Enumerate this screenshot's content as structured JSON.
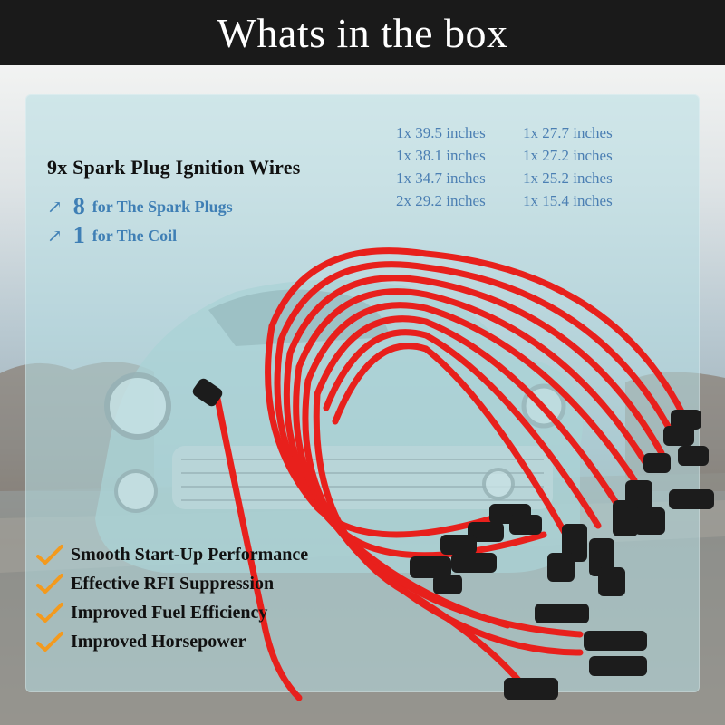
{
  "header": {
    "title": "Whats in the box"
  },
  "product": {
    "title": "9x Spark Plug Ignition Wires",
    "counts": [
      {
        "number": "8",
        "label": "for The Spark Plugs"
      },
      {
        "number": "1",
        "label": "for The Coil"
      }
    ]
  },
  "lengths": [
    "1x 39.5 inches",
    "1x 27.7 inches",
    "1x 38.1 inches",
    "1x 27.2 inches",
    "1x 34.7 inches",
    "1x 25.2 inches",
    "2x 29.2 inches",
    "1x 15.4 inches"
  ],
  "features": [
    "Smooth Start-Up Performance",
    "Effective RFI Suppression",
    "Improved Fuel Efficiency",
    "Improved Horsepower"
  ],
  "colors": {
    "header_bg": "#1a1a1a",
    "accent_blue": "#3f7fb5",
    "wire_red": "#e8201c",
    "boot_black": "#1c1c1c",
    "check_orange": "#f39a1e"
  },
  "icons": {
    "count_arrow": "diagonal-arrow-icon",
    "feature_check": "orange-check-icon"
  }
}
